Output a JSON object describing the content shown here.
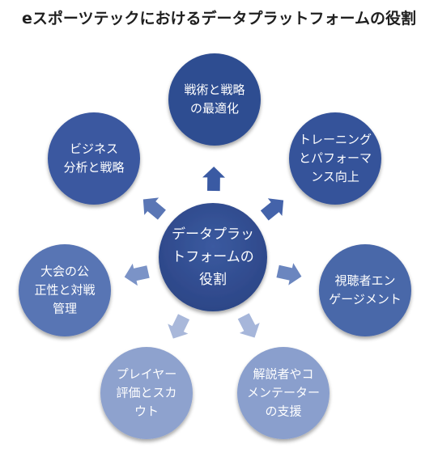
{
  "title": "eスポーツテックにおけるデータプラットフォームの役割",
  "center": {
    "lines": [
      "データプラッ",
      "トフォームの",
      "役割"
    ]
  },
  "nodes": [
    {
      "key": "strategy-optimization",
      "lines": [
        "戦術と戦略",
        "の最適化"
      ],
      "color": "#2f4d91"
    },
    {
      "key": "training-performance",
      "lines": [
        "トレーニング",
        "とパフォーマ",
        "ンス向上"
      ],
      "color": "#34539a"
    },
    {
      "key": "viewer-engagement",
      "lines": [
        "視聴者エン",
        "ゲージメント"
      ],
      "color": "#4a67a9"
    },
    {
      "key": "commentary-support",
      "lines": [
        "解説者やコ",
        "メンテーター",
        "の支援"
      ],
      "color": "#8a9fcd"
    },
    {
      "key": "player-scouting",
      "lines": [
        "プレイヤー",
        "評価とスカ",
        "ウト"
      ],
      "color": "#8ea2ce"
    },
    {
      "key": "tournament-fairness",
      "lines": [
        "大会の公",
        "正性と対戦",
        "管理"
      ],
      "color": "#5874b4"
    },
    {
      "key": "business-analysis",
      "lines": [
        "ビジネス",
        "分析と戦略"
      ],
      "color": "#3a58a0"
    }
  ]
}
